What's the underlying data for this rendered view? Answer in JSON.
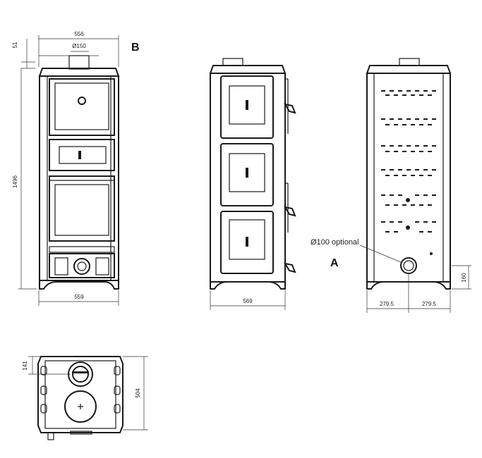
{
  "labels": {
    "view_b": "B",
    "view_a": "A",
    "optional_note": "Ø100 optional"
  },
  "dimensions": {
    "front_top_width": "556",
    "flue_diameter": "Ø150",
    "top_offset": "51",
    "height": "1496",
    "front_base_width": "559",
    "side_width": "569",
    "back_left_half": "279.5",
    "back_right_half": "279.5",
    "inlet_height": "160",
    "plan_offset": "141",
    "plan_depth": "504"
  },
  "icons": {
    "dimension_arrow": "arrow-icon",
    "door_handle": "handle-icon",
    "flue_outlet": "circle-icon"
  }
}
